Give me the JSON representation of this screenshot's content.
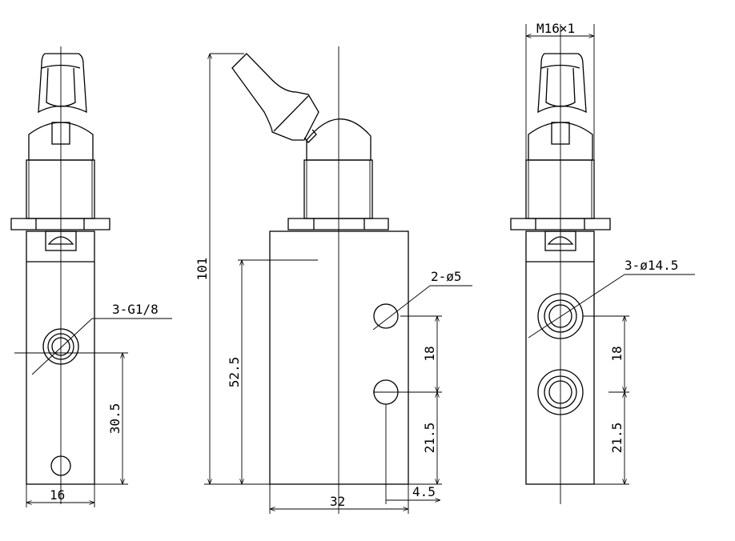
{
  "drawing": {
    "left_view": {
      "port_label": "3-G1/8",
      "dim_height": "30.5",
      "dim_width": "16"
    },
    "middle_view": {
      "dim_total_height": "101",
      "dim_body_height": "52.5",
      "hole_label": "2-ø5",
      "dim_hole_spacing": "18",
      "dim_hole_bottom": "21.5",
      "dim_width": "32",
      "dim_hole_offset": "4.5"
    },
    "right_view": {
      "thread_label": "M16×1",
      "port_label": "3-ø14.5",
      "dim_port_spacing": "18",
      "dim_port_bottom": "21.5"
    }
  }
}
